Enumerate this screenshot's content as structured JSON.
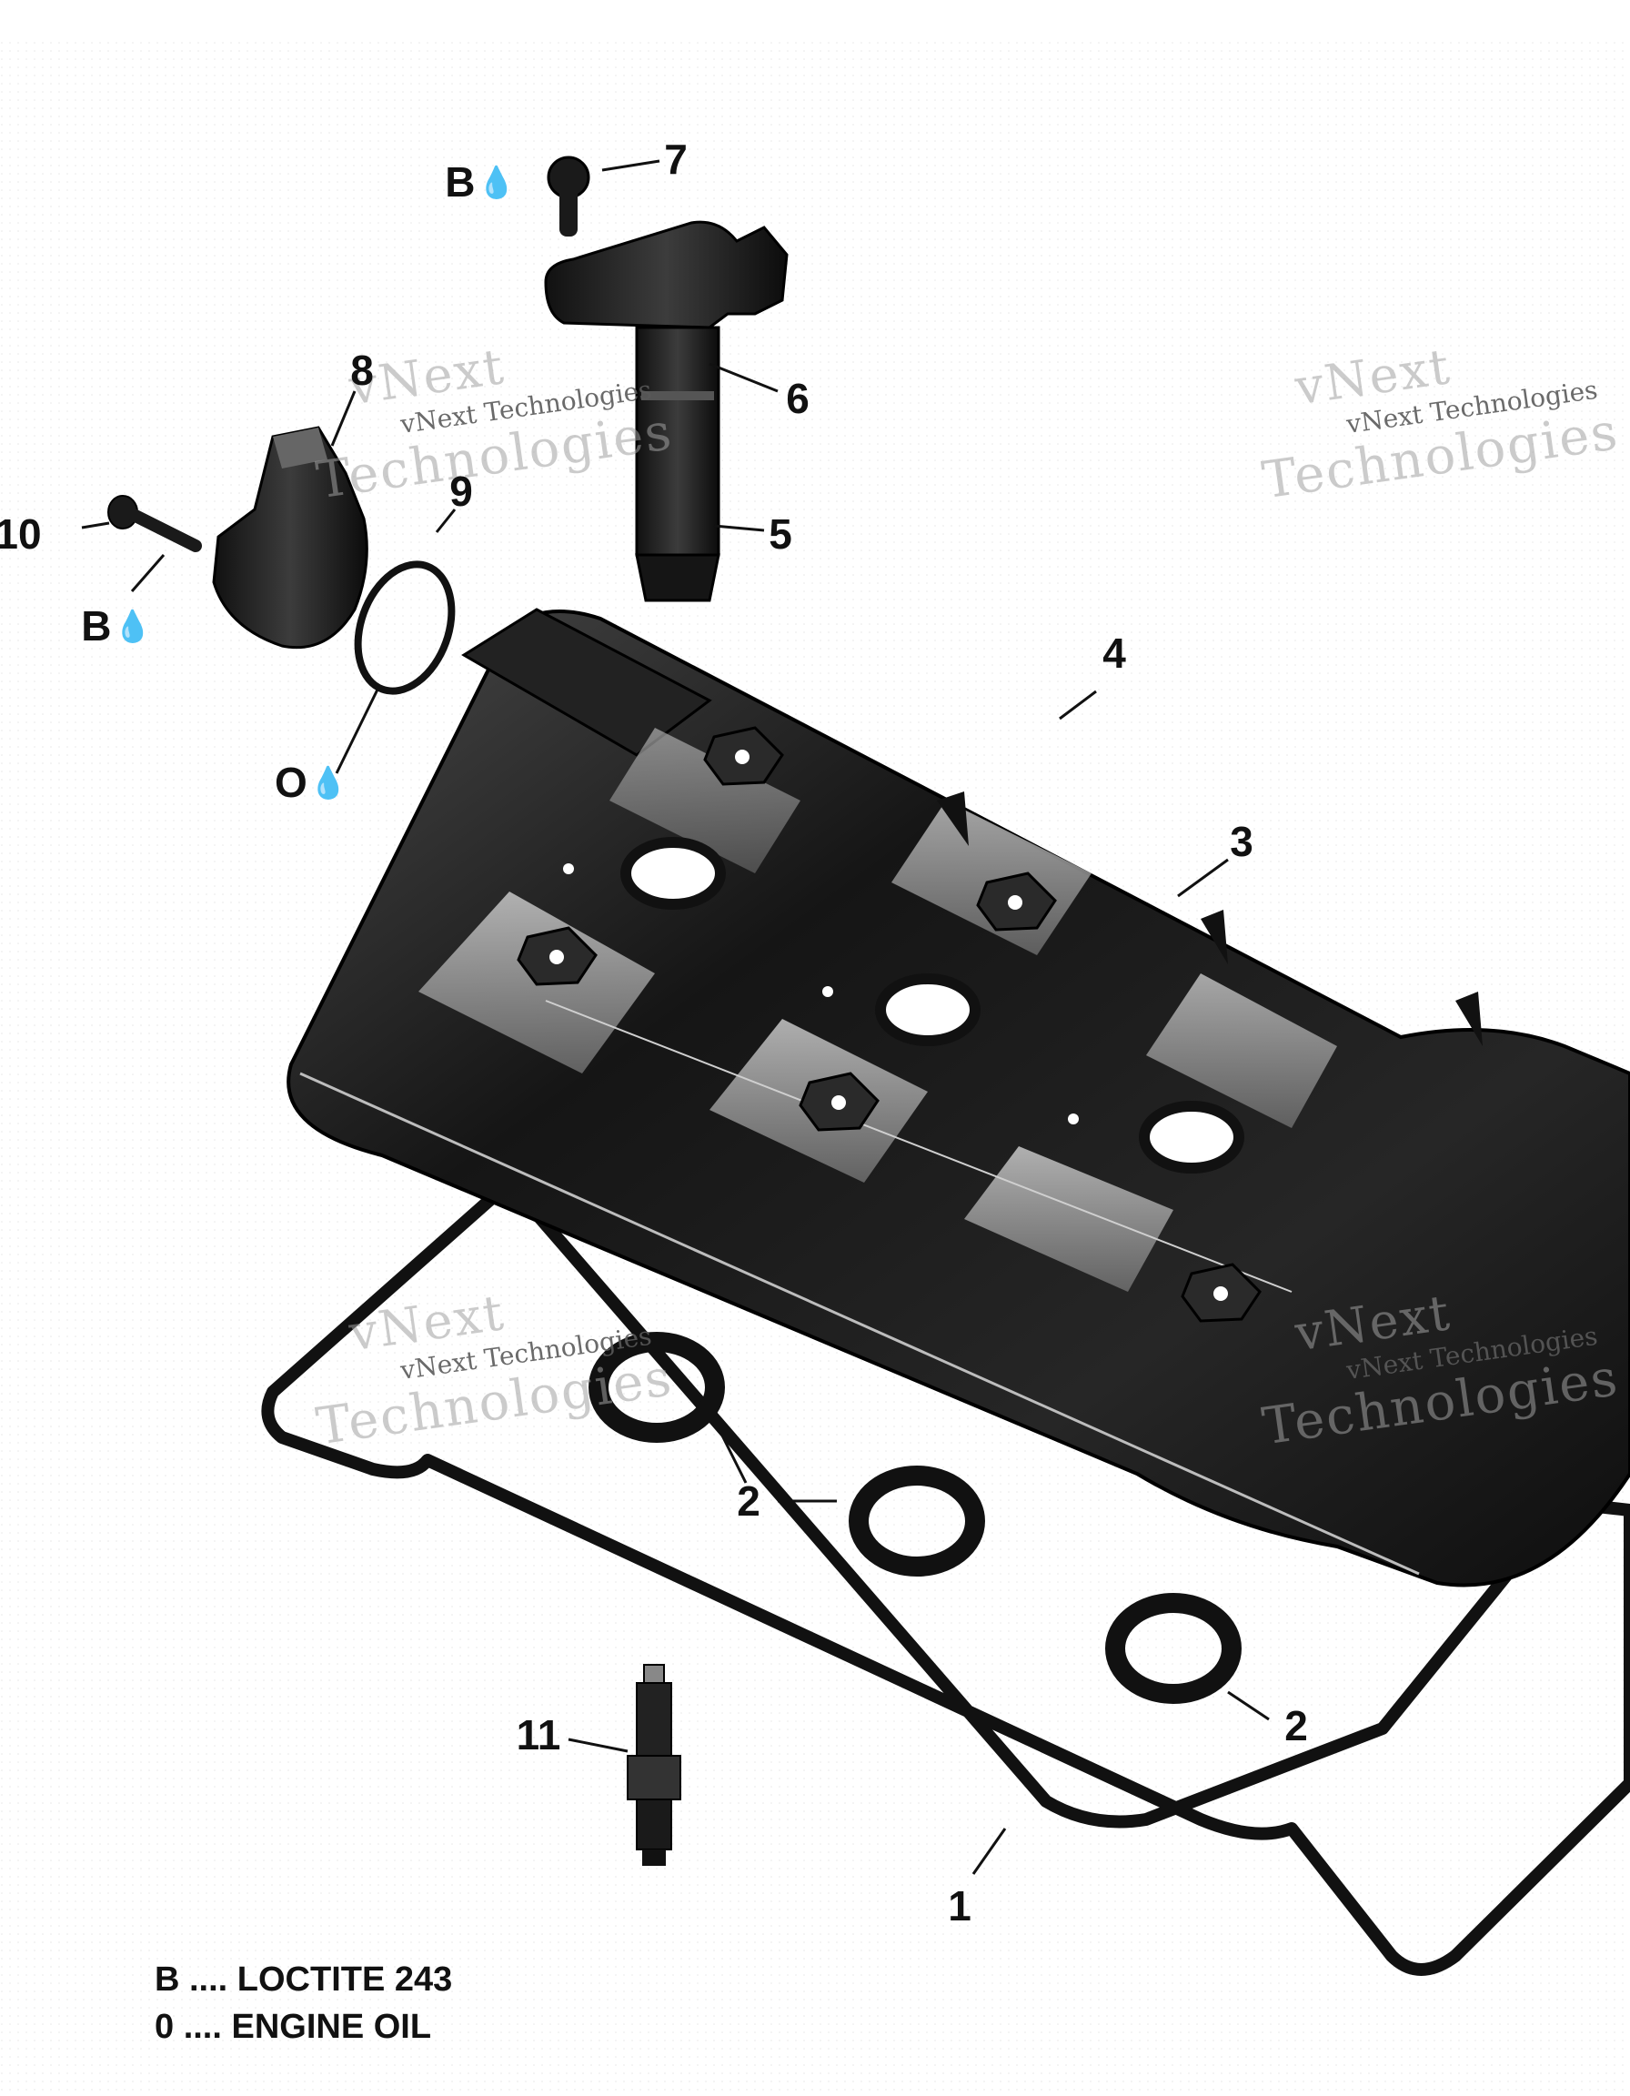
{
  "callouts": {
    "c1": "1",
    "c2a": "2",
    "c2b": "2",
    "c3": "3",
    "c4": "4",
    "c5": "5",
    "c6": "6",
    "c7": "7",
    "c8": "8",
    "c9": "9",
    "c10": "10",
    "c11": "11",
    "b_top": "B",
    "b_left": "B",
    "o_left": "O"
  },
  "legend": {
    "line1": "B .... LOCTITE 243",
    "line2": "0 .... ENGINE OIL"
  },
  "watermark": {
    "word1": "vNext",
    "company": "vNext Technologies",
    "word2": "Technologies"
  },
  "drop_glyph": "💧",
  "colors": {
    "part": "#1b1b1b",
    "part_mid": "#3a3a3a",
    "part_light": "#8a8a8a",
    "highlight": "#d8d8d8",
    "leader": "#111111"
  }
}
